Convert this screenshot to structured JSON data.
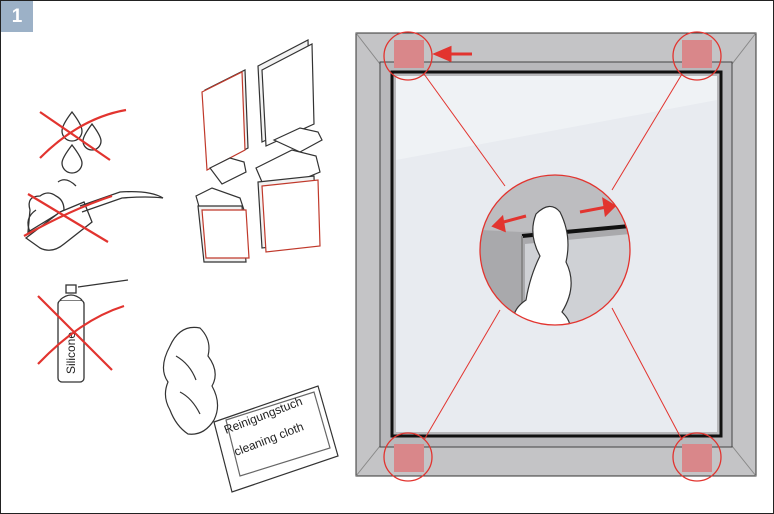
{
  "step": {
    "number": "1"
  },
  "colors": {
    "badge": "#9cb1c7",
    "cross_red": "#e2342f",
    "frame_gray": "#c4c4c6",
    "glass": "#e6e9ee",
    "highlight": "#d9878a"
  },
  "icons": {
    "no_water": "water-drops-icon",
    "no_oil": "oil-can-icon",
    "no_silicone": "spray-can-icon",
    "spare_parts": "replacement-pads-icon",
    "cloth": "cleaning-cloth-icon"
  },
  "spray_can": {
    "label": "Silicone"
  },
  "cloth_card": {
    "line1": "Reinigungstuch",
    "line2": "cleaning cloth"
  }
}
